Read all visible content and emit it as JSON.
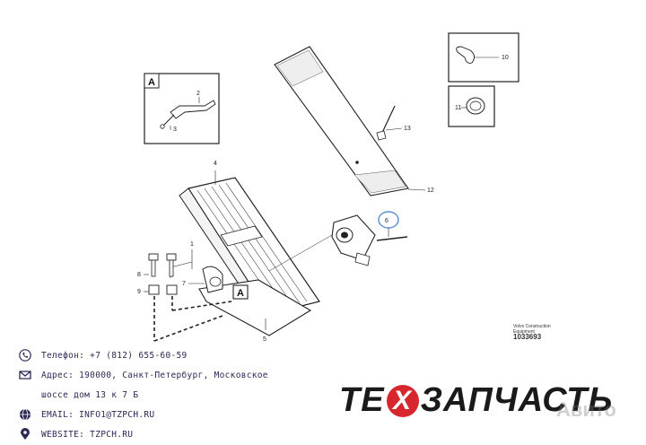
{
  "callouts": {
    "n1": "1",
    "n2": "2",
    "n3": "3",
    "n4": "4",
    "n5": "5",
    "n6": "6",
    "n7": "7",
    "n8": "8",
    "n9": "9",
    "n10": "10",
    "n11": "11",
    "n12": "12",
    "n13": "13"
  },
  "boxes": {
    "detail_a_top": "A",
    "detail_a_bottom": "A"
  },
  "reference": {
    "line1": "Volvo Construction",
    "line2": "Equipment",
    "code": "1033693"
  },
  "contacts": {
    "phone": "Телефон: +7 (812) 655-60-59",
    "address_1": "Адрес: 190000, Санкт-Петербург, Московское",
    "address_2": "шоссе дом 13 к 7 Б",
    "email": "EMAIL: INFO1@TZPCH.RU",
    "website": "WEBSITE: TZPCH.RU"
  },
  "brand": {
    "pre": "ТЕ",
    "mid": "Х",
    "post": "ЗАПЧАСТЬ",
    "watermark": "Авито"
  },
  "colors": {
    "accent": "#d8262e",
    "contact_icon": "#2a2a55",
    "highlight": "#5b8ed6"
  }
}
